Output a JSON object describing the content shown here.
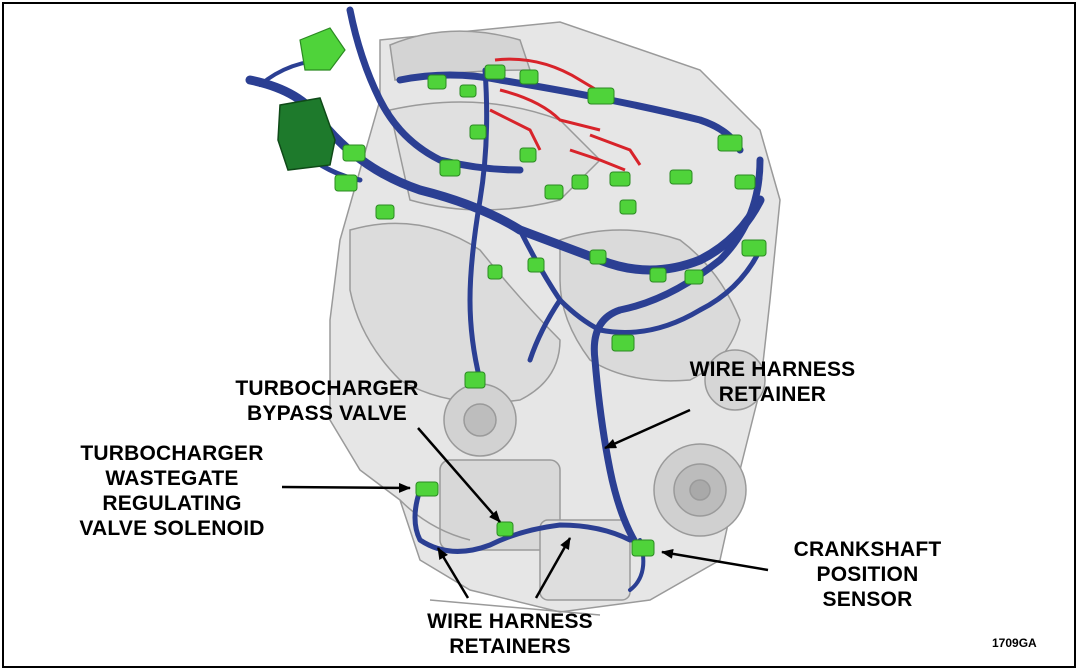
{
  "figure_id": "1709GA",
  "callouts": {
    "wire_harness_retainer": [
      "WIRE HARNESS",
      "RETAINER"
    ],
    "turbo_bypass_valve": [
      "TURBOCHARGER",
      "BYPASS VALVE"
    ],
    "turbo_wastegate": [
      "TURBOCHARGER",
      "WASTEGATE",
      "REGULATING",
      "VALVE SOLENOID"
    ],
    "crankshaft_sensor": [
      "CRANKSHAFT",
      "POSITION",
      "SENSOR"
    ],
    "wire_harness_retainers": [
      "WIRE HARNESS",
      "RETAINERS"
    ]
  },
  "colors": {
    "engine_fill": "#e6e6e6",
    "engine_stroke": "#9a9a9a",
    "harness_blue": "#2b3f93",
    "connector_green": "#4fd33a",
    "ecm_green": "#1e7a2c",
    "vacuum_red": "#d8232a"
  }
}
